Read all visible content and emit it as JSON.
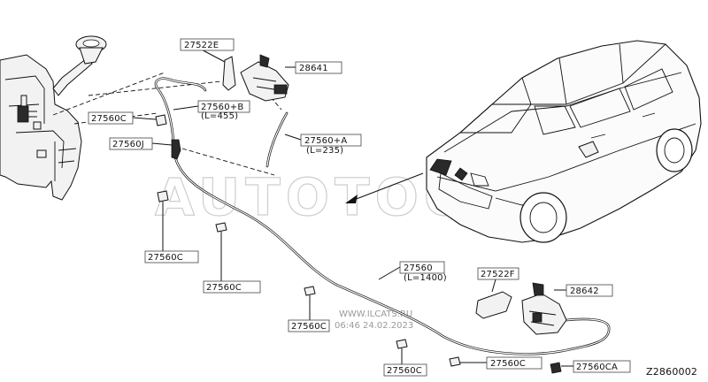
{
  "diagram": {
    "code": "Z2860002",
    "labels": {
      "clip_27522E": "27522E",
      "nozzle_28641": "28641",
      "clip_27560C_a": "27560C",
      "hose_27560B": "27560+B",
      "hose_27560B_len": "(L=455)",
      "joint_27560J": "27560J",
      "hose_27560A": "27560+A",
      "hose_27560A_len": "(L=235)",
      "clip_27560C_b": "27560C",
      "clip_27560C_c": "27560C",
      "hose_27560": "27560",
      "hose_27560_len": "(L=1400)",
      "clip_27522F": "27522F",
      "nozzle_28642": "28642",
      "clip_27560C_d": "27560C",
      "clip_27560C_e": "27560C",
      "clip_27560C_f": "27560C",
      "clip_27560CA": "27560CA"
    },
    "watermark": {
      "brand": "AUTOTOOL",
      "site": "WWW.ILCATS.RU",
      "timestamp": "06:46 24.02.2023"
    }
  }
}
